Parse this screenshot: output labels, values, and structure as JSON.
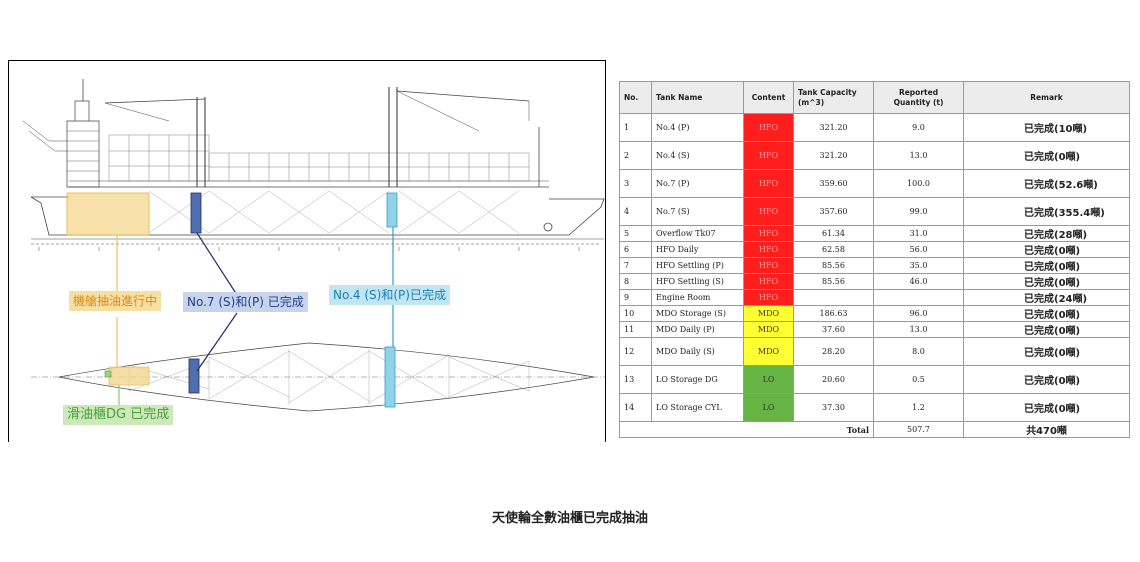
{
  "ship_drawing": {
    "labels": {
      "engine_room": "機艙抽油進行中",
      "no7": "No.7 (S)和(P) 已完成",
      "no4": "No.4 (S)和(P)已完成",
      "lo_dg": "滑油櫃DG 已完成"
    },
    "colors": {
      "engine_highlight": "#f4d58d",
      "no7_highlight": "#4f6eb0",
      "no4_highlight": "#8ed3ea",
      "dg_highlight": "#9fd27c"
    }
  },
  "table": {
    "headers": {
      "no": "No.",
      "tank_name": "Tank Name",
      "content": "Content",
      "capacity_line1": "Tank Capacity",
      "capacity_line2": "(m^3)",
      "reported_line1": "Reported",
      "reported_line2": "Quantity (t)",
      "remark": "Remark"
    },
    "rows": [
      {
        "no": "1",
        "name": "No.4 (P)",
        "content": "HFO",
        "capacity": "321.20",
        "qty": "9.0",
        "remark": "已完成(10噸)"
      },
      {
        "no": "2",
        "name": "No.4 (S)",
        "content": "HFO",
        "capacity": "321.20",
        "qty": "13.0",
        "remark": "已完成(0噸)"
      },
      {
        "no": "3",
        "name": "No.7 (P)",
        "content": "HFO",
        "capacity": "359.60",
        "qty": "100.0",
        "remark": "已完成(52.6噸)"
      },
      {
        "no": "4",
        "name": "No.7 (S)",
        "content": "HFO",
        "capacity": "357.60",
        "qty": "99.0",
        "remark": "已完成(355.4噸)"
      },
      {
        "no": "5",
        "name": "Overflow Tk07",
        "content": "HFO",
        "capacity": "61.34",
        "qty": "31.0",
        "remark": "已完成(28噸)"
      },
      {
        "no": "6",
        "name": "HFO Daily",
        "content": "HFO",
        "capacity": "62.58",
        "qty": "56.0",
        "remark": "已完成(0噸)"
      },
      {
        "no": "7",
        "name": "HFO Settling (P)",
        "content": "HFO",
        "capacity": "85.56",
        "qty": "35.0",
        "remark": "已完成(0噸)"
      },
      {
        "no": "8",
        "name": "HFO Settling (S)",
        "content": "HFO",
        "capacity": "85.56",
        "qty": "46.0",
        "remark": "已完成(0噸)"
      },
      {
        "no": "9",
        "name": "Engine Room",
        "content": "HFO",
        "capacity": "",
        "qty": "",
        "remark": "已完成(24噸)"
      },
      {
        "no": "10",
        "name": "MDO Storage (S)",
        "content": "MDO",
        "capacity": "186.63",
        "qty": "96.0",
        "remark": "已完成(0噸)"
      },
      {
        "no": "11",
        "name": "MDO Daily (P)",
        "content": "MDO",
        "capacity": "37.60",
        "qty": "13.0",
        "remark": "已完成(0噸)"
      },
      {
        "no": "12",
        "name": "MDO Daily (S)",
        "content": "MDO",
        "capacity": "28.20",
        "qty": "8.0",
        "remark": "已完成(0噸)"
      },
      {
        "no": "13",
        "name": "LO Storage DG",
        "content": "LO",
        "capacity": "20.60",
        "qty": "0.5",
        "remark": "已完成(0噸)"
      },
      {
        "no": "14",
        "name": "LO Storage CYL",
        "content": "LO",
        "capacity": "37.30",
        "qty": "1.2",
        "remark": "已完成(0噸)"
      }
    ],
    "total": {
      "label": "Total",
      "qty": "507.7",
      "remark": "共470噸"
    },
    "content_colors": {
      "HFO": "#ff1e1e",
      "MDO": "#ffff33",
      "LO": "#66b544"
    },
    "content_text_colors": {
      "HFO": "#ff9c9c",
      "MDO": "#333333",
      "LO": "#333333"
    }
  },
  "caption": "天使輪全數油櫃已完成抽油"
}
